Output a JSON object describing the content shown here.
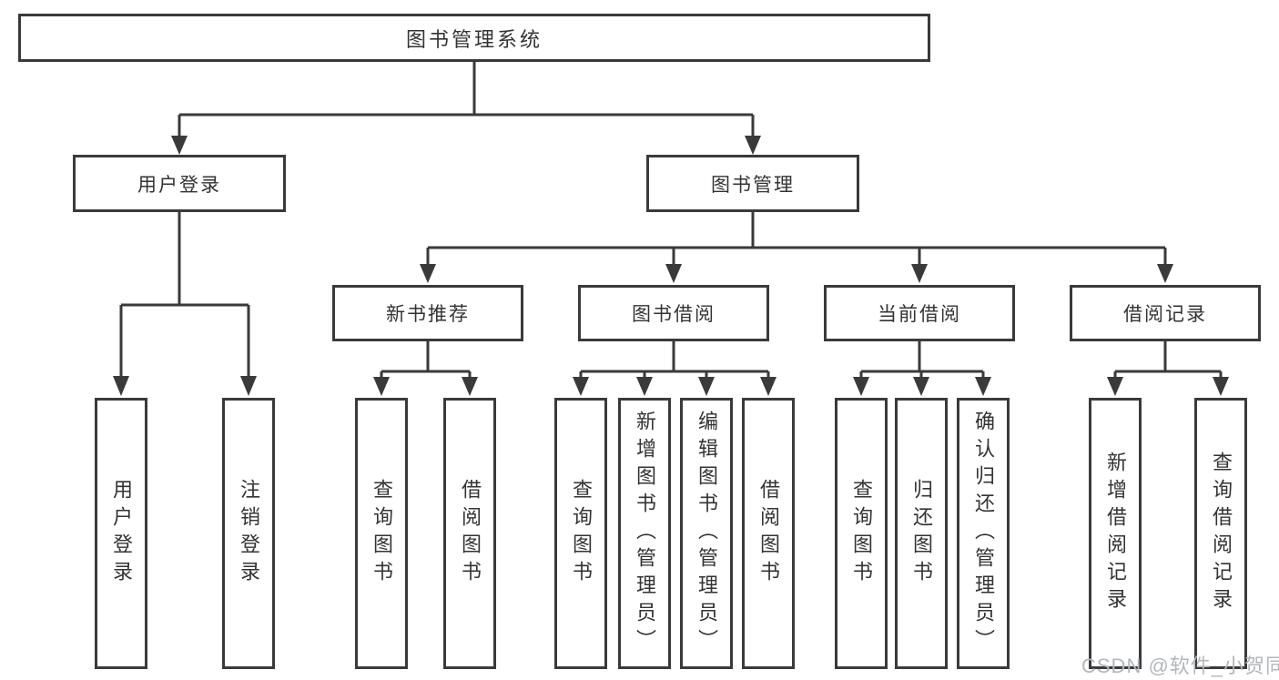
{
  "diagram": {
    "root": "图书管理系统",
    "tree": [
      {
        "label": "用户登录",
        "children": [
          "用户登录",
          "注销登录"
        ]
      },
      {
        "label": "图书管理",
        "children": [
          {
            "label": "新书推荐",
            "children": [
              "查询图书",
              "借阅图书"
            ]
          },
          {
            "label": "图书借阅",
            "children": [
              "查询图书",
              "新增图书（管理员）",
              "编辑图书（管理员）",
              "借阅图书"
            ]
          },
          {
            "label": "当前借阅",
            "children": [
              "查询图书",
              "归还图书",
              "确认归还（管理员）"
            ]
          },
          {
            "label": "借阅记录",
            "children": [
              "新增借阅记录",
              "查询借阅记录"
            ]
          }
        ]
      }
    ]
  },
  "watermark": {
    "text": "CSDN @软件_小贺同学"
  },
  "colors": {
    "line": "#3a3a3a",
    "box_border": "#3a3a3a",
    "text": "#333333",
    "background": "#ffffff",
    "watermark": "#b3b7bb"
  }
}
